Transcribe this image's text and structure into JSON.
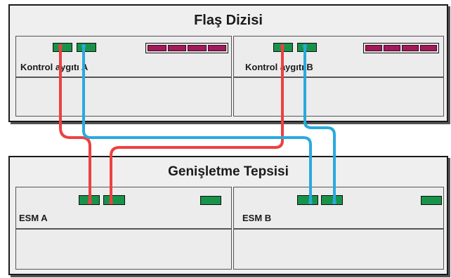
{
  "flash_array": {
    "title": "Flaş Dizisi",
    "controller_a_label": "Kontrol aygıtı A",
    "controller_b_label": "Kontrol aygıtı B"
  },
  "expansion_tray": {
    "title": "Genişletme Tepsisi",
    "esm_a_label": "ESM A",
    "esm_b_label": "ESM B"
  },
  "colors": {
    "port": "#17934a",
    "host_port": "#a3195b",
    "cable_red": "#ee4040",
    "cable_blue": "#2aa9dd"
  }
}
